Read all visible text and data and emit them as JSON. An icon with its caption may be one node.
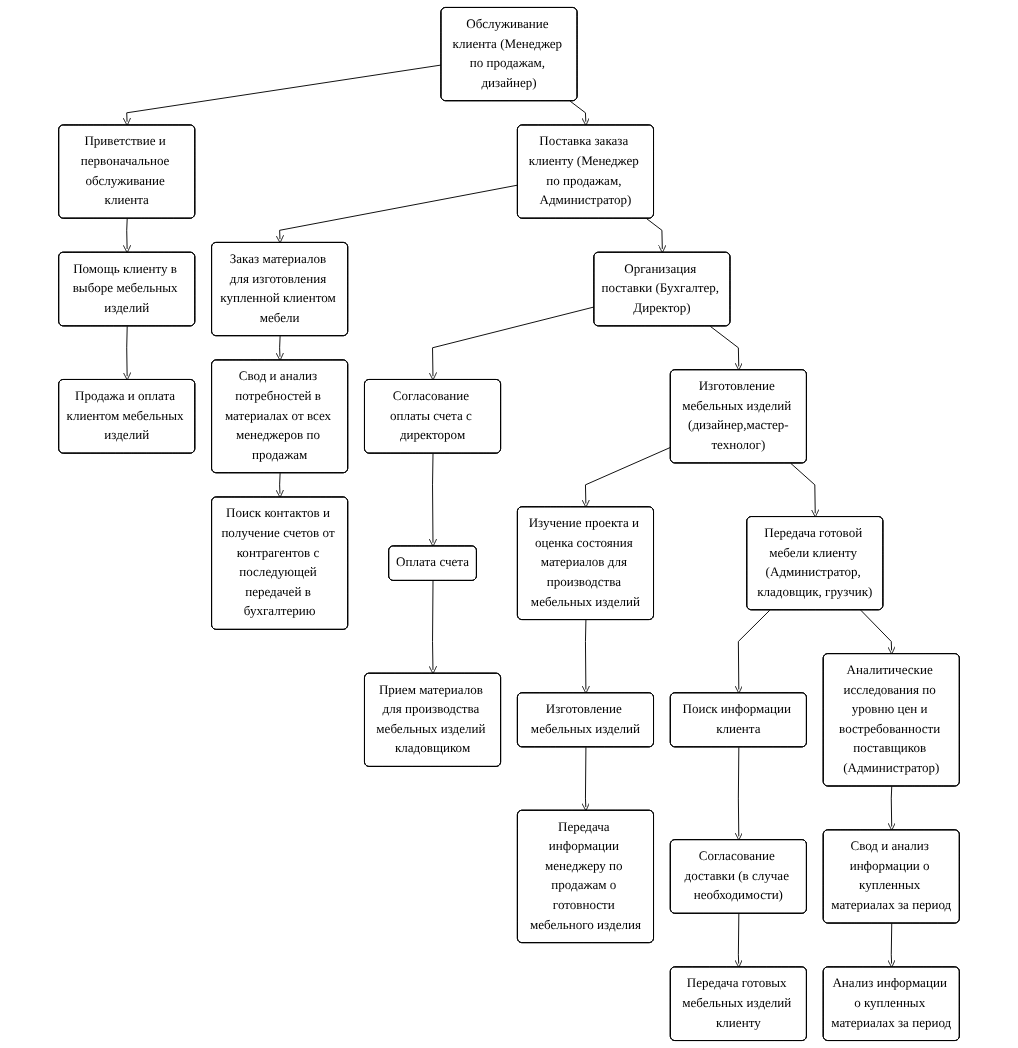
{
  "diagram": {
    "nodes": [
      {
        "text": [
          "Обслуживание клиента (Менеджер по продажам, дизайнер)"
        ]
      },
      {
        "text": [
          "Приветствие и первоначальное обслуживание клиента"
        ]
      },
      {
        "text": [
          "Помощь клиенту в выборе мебельных изделий"
        ]
      },
      {
        "text": [
          "Продажа и оплата клиентом мебельных изделий"
        ]
      },
      {
        "text": [
          "Поставка заказа клиенту (Менеджер по продажам, Администратор)"
        ]
      },
      {
        "text": [
          "Заказ материалов для изготовления купленной клиентом мебели"
        ]
      },
      {
        "text": [
          "Свод и анализ потребностей в материалах от всех менеджеров по продажам"
        ]
      },
      {
        "text": [
          "Поиск контактов и получение счетов от контрагентов с последующей передачей в бухгалтерию"
        ]
      },
      {
        "text": [
          "Организация поставки (Бухгалтер, Директор)"
        ]
      },
      {
        "text": [
          "Согласование оплаты счета с директором"
        ]
      },
      {
        "text": [
          "Оплата счета"
        ]
      },
      {
        "text": [
          "Прием материалов для производства мебельных изделий кладовщиком"
        ]
      },
      {
        "text": [
          "Изготовление мебельных изделий (дизайнер,мастер-технолог)"
        ]
      },
      {
        "text": [
          "Изучение проекта и оценка состояния материалов для производства мебельных изделий"
        ]
      },
      {
        "text": [
          "Изготовление мебельных изделий"
        ]
      },
      {
        "text": [
          "Передача информации менеджеру по продажам о готовности мебельного изделия"
        ]
      },
      {
        "text": [
          "Передача готовой мебели клиенту (Администратор, кладовщик, грузчик)"
        ]
      },
      {
        "text": [
          "Поиск информации клиента"
        ]
      },
      {
        "text": [
          "Согласование доставки (в случае необходимости)"
        ]
      },
      {
        "text": [
          "Передача готовых мебельных изделий клиенту"
        ]
      },
      {
        "text": [
          "Аналитические исследования по уровню цен и востребованности поставщиков (Администратор)"
        ]
      },
      {
        "text": [
          "Свод и анализ информации о купленных материалах за период"
        ]
      },
      {
        "text": [
          "Анализ информации о купленных материалах за период"
        ]
      }
    ],
    "edges": [
      {
        "from": 0,
        "to": 1,
        "arrow": "to"
      },
      {
        "from": 1,
        "to": 2,
        "arrow": "to"
      },
      {
        "from": 2,
        "to": 3,
        "arrow": "to"
      },
      {
        "from": 0,
        "to": 4,
        "arrow": "to"
      },
      {
        "from": 4,
        "to": 5,
        "arrow": "to"
      },
      {
        "from": 5,
        "to": 6,
        "arrow": "to"
      },
      {
        "from": 6,
        "to": 7,
        "arrow": "to"
      },
      {
        "from": 4,
        "to": 8,
        "arrow": "to"
      },
      {
        "from": 8,
        "to": 9,
        "arrow": "to"
      },
      {
        "from": 9,
        "to": 10,
        "arrow": "to"
      },
      {
        "from": 10,
        "to": 11,
        "arrow": "to"
      },
      {
        "from": 8,
        "to": 12,
        "arrow": "to"
      },
      {
        "from": 12,
        "to": 13,
        "arrow": "to"
      },
      {
        "from": 13,
        "to": 14,
        "arrow": "to"
      },
      {
        "from": 14,
        "to": 15,
        "arrow": "to"
      },
      {
        "from": 12,
        "to": 16,
        "arrow": "to"
      },
      {
        "from": 16,
        "to": 17,
        "arrow": "to"
      },
      {
        "from": 17,
        "to": 18,
        "arrow": "to"
      },
      {
        "from": 18,
        "to": 19,
        "arrow": "to"
      },
      {
        "from": 16,
        "to": 20,
        "arrow": "to"
      },
      {
        "from": 20,
        "to": 21,
        "arrow": "to"
      },
      {
        "from": 21,
        "to": 22,
        "arrow": "to"
      }
    ]
  }
}
